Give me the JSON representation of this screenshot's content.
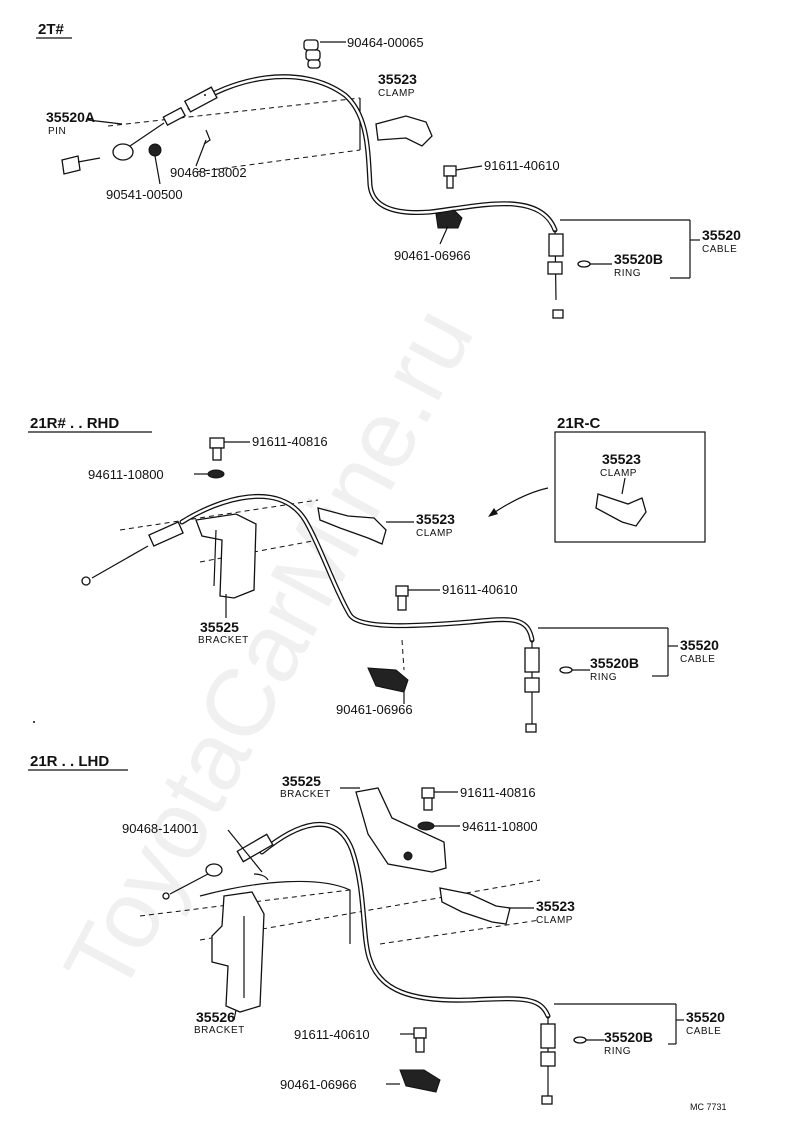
{
  "sections": {
    "s1": "2T#",
    "s2": "21R# . . RHD",
    "s3": "21R . . LHD",
    "inset": "21R-C"
  },
  "labels": {
    "s1_90464": "90464-00065",
    "s1_35523": "35523",
    "s1_35523_sub": "CLAMP",
    "s1_35520A": "35520A",
    "s1_35520A_sub": "PIN",
    "s1_90468": "90468-18002",
    "s1_90541": "90541-00500",
    "s1_91611": "91611-40610",
    "s1_35520": "35520",
    "s1_35520_sub": "CABLE",
    "s1_35520B": "35520B",
    "s1_35520B_sub": "RING",
    "s1_90461": "90461-06966",
    "s2_91611a": "91611-40816",
    "s2_94611": "94611-10800",
    "s2_35523": "35523",
    "s2_35523_sub": "CLAMP",
    "s2_inset_35523": "35523",
    "s2_inset_35523_sub": "CLAMP",
    "s2_91611b": "91611-40610",
    "s2_35525": "35525",
    "s2_35525_sub": "BRACKET",
    "s2_35520": "35520",
    "s2_35520_sub": "CABLE",
    "s2_35520B": "35520B",
    "s2_35520B_sub": "RING",
    "s2_90461": "90461-06966",
    "s3_35525": "35525",
    "s3_35525_sub": "BRACKET",
    "s3_91611a": "91611-40816",
    "s3_94611": "94611-10800",
    "s3_90468": "90468-14001",
    "s3_35523": "35523",
    "s3_35523_sub": "CLAMP",
    "s3_35526": "35526",
    "s3_35526_sub": "BRACKET",
    "s3_35520": "35520",
    "s3_35520_sub": "CABLE",
    "s3_91611b": "91611-40610",
    "s3_35520B": "35520B",
    "s3_35520B_sub": "RING",
    "s3_90461": "90461-06966"
  },
  "footer": {
    "code": "MC 7731"
  },
  "watermark": "ToyotaCarMine.ru"
}
